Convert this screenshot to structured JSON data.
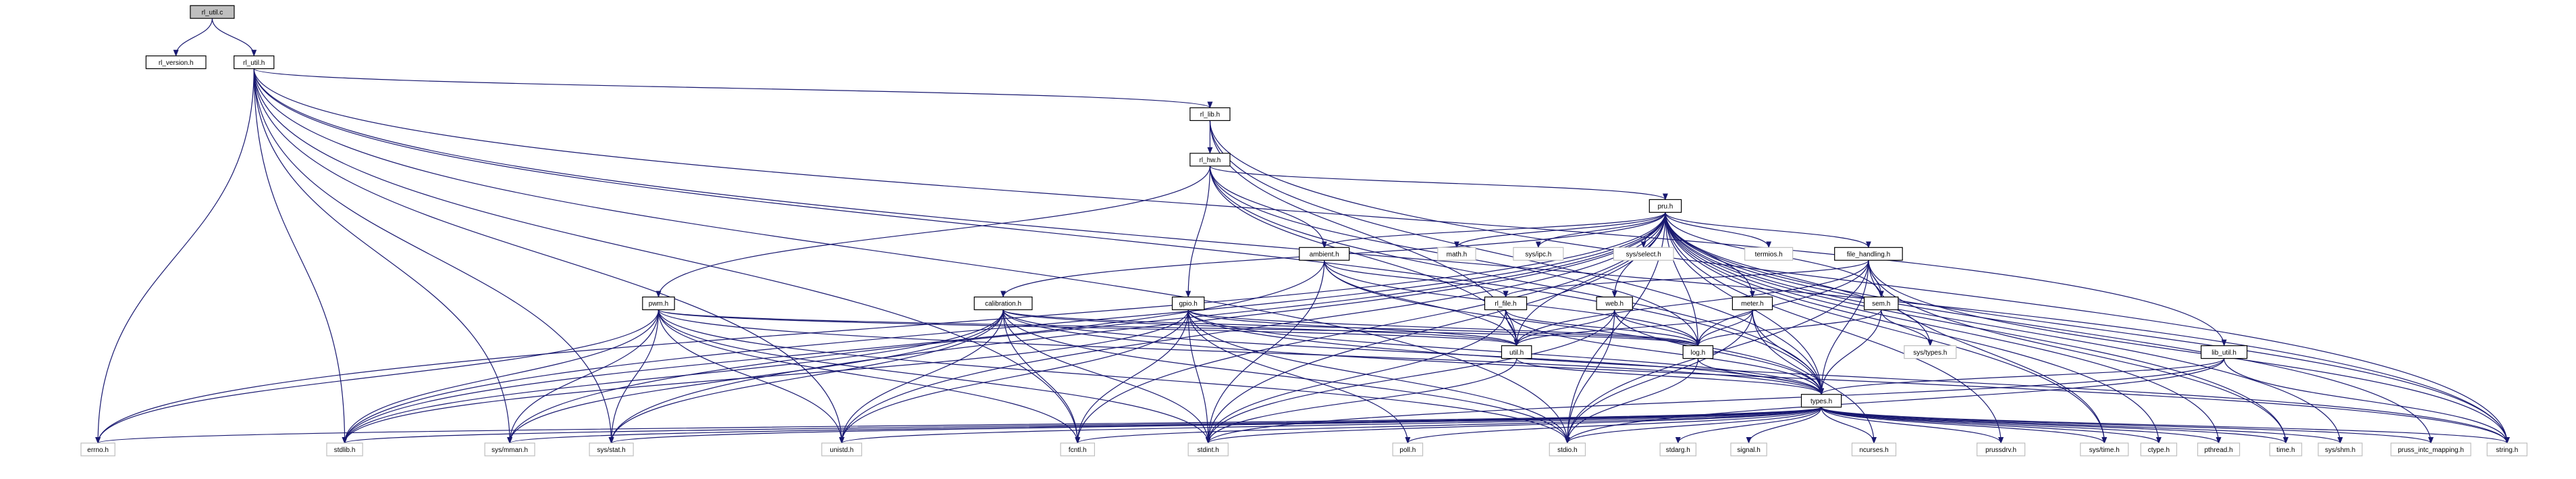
{
  "diagram": {
    "type": "include-dependency-graph",
    "root": "rl_util.c",
    "colors": {
      "edge": "#191970",
      "root_fill": "#bfbfbf",
      "local_border": "#000000",
      "system_border": "#bfbfbf"
    },
    "nodes": [
      {
        "id": "rl_util_c",
        "label": "rl_util.c",
        "kind": "main"
      },
      {
        "id": "rl_version_h",
        "label": "rl_version.h",
        "kind": "local"
      },
      {
        "id": "rl_util_h",
        "label": "rl_util.h",
        "kind": "local"
      },
      {
        "id": "rl_lib_h",
        "label": "rl_lib.h",
        "kind": "local"
      },
      {
        "id": "rl_hw_h",
        "label": "rl_hw.h",
        "kind": "local"
      },
      {
        "id": "pru_h",
        "label": "pru.h",
        "kind": "local"
      },
      {
        "id": "ambient_h",
        "label": "ambient.h",
        "kind": "local"
      },
      {
        "id": "math_h",
        "label": "math.h",
        "kind": "system"
      },
      {
        "id": "sys_ipc_h",
        "label": "sys/ipc.h",
        "kind": "system"
      },
      {
        "id": "sys_select_h",
        "label": "sys/select.h",
        "kind": "system"
      },
      {
        "id": "termios_h",
        "label": "termios.h",
        "kind": "system"
      },
      {
        "id": "file_handling_h",
        "label": "file_handling.h",
        "kind": "local"
      },
      {
        "id": "pwm_h",
        "label": "pwm.h",
        "kind": "local"
      },
      {
        "id": "calibration_h",
        "label": "calibration.h",
        "kind": "local"
      },
      {
        "id": "gpio_h",
        "label": "gpio.h",
        "kind": "local"
      },
      {
        "id": "rl_file_h",
        "label": "rl_file.h",
        "kind": "local"
      },
      {
        "id": "web_h",
        "label": "web.h",
        "kind": "local"
      },
      {
        "id": "meter_h",
        "label": "meter.h",
        "kind": "local"
      },
      {
        "id": "sem_h",
        "label": "sem.h",
        "kind": "local"
      },
      {
        "id": "util_h",
        "label": "util.h",
        "kind": "local"
      },
      {
        "id": "log_h",
        "label": "log.h",
        "kind": "local"
      },
      {
        "id": "sys_types_h",
        "label": "sys/types.h",
        "kind": "system"
      },
      {
        "id": "lib_util_h",
        "label": "lib_util.h",
        "kind": "local"
      },
      {
        "id": "types_h",
        "label": "types.h",
        "kind": "local"
      },
      {
        "id": "errno_h",
        "label": "errno.h",
        "kind": "system"
      },
      {
        "id": "stdlib_h",
        "label": "stdlib.h",
        "kind": "system"
      },
      {
        "id": "sys_mman_h",
        "label": "sys/mman.h",
        "kind": "system"
      },
      {
        "id": "sys_stat_h",
        "label": "sys/stat.h",
        "kind": "system"
      },
      {
        "id": "unistd_h",
        "label": "unistd.h",
        "kind": "system"
      },
      {
        "id": "fcntl_h",
        "label": "fcntl.h",
        "kind": "system"
      },
      {
        "id": "stdint_h",
        "label": "stdint.h",
        "kind": "system"
      },
      {
        "id": "poll_h",
        "label": "poll.h",
        "kind": "system"
      },
      {
        "id": "stdio_h",
        "label": "stdio.h",
        "kind": "system"
      },
      {
        "id": "stdarg_h",
        "label": "stdarg.h",
        "kind": "system"
      },
      {
        "id": "signal_h",
        "label": "signal.h",
        "kind": "system"
      },
      {
        "id": "ncurses_h",
        "label": "ncurses.h",
        "kind": "system"
      },
      {
        "id": "prussdrv_h",
        "label": "prussdrv.h",
        "kind": "system"
      },
      {
        "id": "sys_time_h",
        "label": "sys/time.h",
        "kind": "system"
      },
      {
        "id": "ctype_h",
        "label": "ctype.h",
        "kind": "system"
      },
      {
        "id": "pthread_h",
        "label": "pthread.h",
        "kind": "system"
      },
      {
        "id": "time_h",
        "label": "time.h",
        "kind": "system"
      },
      {
        "id": "sys_shm_h",
        "label": "sys/shm.h",
        "kind": "system"
      },
      {
        "id": "pruss_intc_mapping_h",
        "label": "pruss_intc_mapping.h",
        "kind": "system"
      },
      {
        "id": "string_h",
        "label": "string.h",
        "kind": "system"
      }
    ],
    "edges": [
      [
        "rl_util_c",
        "rl_version_h"
      ],
      [
        "rl_util_c",
        "rl_util_h"
      ],
      [
        "rl_util_h",
        "rl_lib_h"
      ],
      [
        "rl_util_h",
        "errno_h"
      ],
      [
        "rl_util_h",
        "stdlib_h"
      ],
      [
        "rl_util_h",
        "sys_mman_h"
      ],
      [
        "rl_util_h",
        "sys_stat_h"
      ],
      [
        "rl_util_h",
        "unistd_h"
      ],
      [
        "rl_util_h",
        "fcntl_h"
      ],
      [
        "rl_util_h",
        "types_h"
      ],
      [
        "rl_util_h",
        "lib_util_h"
      ],
      [
        "rl_util_h",
        "string_h"
      ],
      [
        "rl_util_h",
        "stdio_h"
      ],
      [
        "rl_lib_h",
        "rl_hw_h"
      ],
      [
        "rl_lib_h",
        "types_h"
      ],
      [
        "rl_lib_h",
        "util_h"
      ],
      [
        "rl_lib_h",
        "string_h"
      ],
      [
        "rl_hw_h",
        "pru_h"
      ],
      [
        "rl_hw_h",
        "pwm_h"
      ],
      [
        "rl_hw_h",
        "gpio_h"
      ],
      [
        "rl_hw_h",
        "ambient_h"
      ],
      [
        "rl_hw_h",
        "util_h"
      ],
      [
        "rl_hw_h",
        "types_h"
      ],
      [
        "rl_hw_h",
        "log_h"
      ],
      [
        "pru_h",
        "ambient_h"
      ],
      [
        "pru_h",
        "math_h"
      ],
      [
        "pru_h",
        "sys_ipc_h"
      ],
      [
        "pru_h",
        "sys_select_h"
      ],
      [
        "pru_h",
        "termios_h"
      ],
      [
        "pru_h",
        "file_handling_h"
      ],
      [
        "pru_h",
        "calibration_h"
      ],
      [
        "pru_h",
        "web_h"
      ],
      [
        "pru_h",
        "meter_h"
      ],
      [
        "pru_h",
        "sem_h"
      ],
      [
        "pru_h",
        "util_h"
      ],
      [
        "pru_h",
        "log_h"
      ],
      [
        "pru_h",
        "types_h"
      ],
      [
        "pru_h",
        "sys_types_h"
      ],
      [
        "pru_h",
        "errno_h"
      ],
      [
        "pru_h",
        "stdlib_h"
      ],
      [
        "pru_h",
        "sys_mman_h"
      ],
      [
        "pru_h",
        "sys_stat_h"
      ],
      [
        "pru_h",
        "unistd_h"
      ],
      [
        "pru_h",
        "fcntl_h"
      ],
      [
        "pru_h",
        "stdint_h"
      ],
      [
        "pru_h",
        "stdio_h"
      ],
      [
        "pru_h",
        "prussdrv_h"
      ],
      [
        "pru_h",
        "sys_time_h"
      ],
      [
        "pru_h",
        "ctype_h"
      ],
      [
        "pru_h",
        "pthread_h"
      ],
      [
        "pru_h",
        "time_h"
      ],
      [
        "pru_h",
        "sys_shm_h"
      ],
      [
        "pru_h",
        "pruss_intc_mapping_h"
      ],
      [
        "pru_h",
        "string_h"
      ],
      [
        "ambient_h",
        "rl_file_h"
      ],
      [
        "ambient_h",
        "util_h"
      ],
      [
        "ambient_h",
        "log_h"
      ],
      [
        "ambient_h",
        "types_h"
      ],
      [
        "ambient_h",
        "stdlib_h"
      ],
      [
        "ambient_h",
        "stdint_h"
      ],
      [
        "file_handling_h",
        "rl_file_h"
      ],
      [
        "file_handling_h",
        "util_h"
      ],
      [
        "file_handling_h",
        "log_h"
      ],
      [
        "file_handling_h",
        "sem_h"
      ],
      [
        "file_handling_h",
        "types_h"
      ],
      [
        "file_handling_h",
        "stdio_h"
      ],
      [
        "file_handling_h",
        "sys_time_h"
      ],
      [
        "file_handling_h",
        "string_h"
      ],
      [
        "file_handling_h",
        "time_h"
      ],
      [
        "pwm_h",
        "errno_h"
      ],
      [
        "pwm_h",
        "stdlib_h"
      ],
      [
        "pwm_h",
        "sys_mman_h"
      ],
      [
        "pwm_h",
        "sys_stat_h"
      ],
      [
        "pwm_h",
        "unistd_h"
      ],
      [
        "pwm_h",
        "fcntl_h"
      ],
      [
        "pwm_h",
        "stdint_h"
      ],
      [
        "pwm_h",
        "stdio_h"
      ],
      [
        "pwm_h",
        "types_h"
      ],
      [
        "pwm_h",
        "log_h"
      ],
      [
        "pwm_h",
        "util_h"
      ],
      [
        "calibration_h",
        "stdlib_h"
      ],
      [
        "calibration_h",
        "sys_mman_h"
      ],
      [
        "calibration_h",
        "sys_stat_h"
      ],
      [
        "calibration_h",
        "unistd_h"
      ],
      [
        "calibration_h",
        "fcntl_h"
      ],
      [
        "calibration_h",
        "stdint_h"
      ],
      [
        "calibration_h",
        "stdio_h"
      ],
      [
        "calibration_h",
        "types_h"
      ],
      [
        "calibration_h",
        "log_h"
      ],
      [
        "calibration_h",
        "util_h"
      ],
      [
        "calibration_h",
        "string_h"
      ],
      [
        "gpio_h",
        "stdlib_h"
      ],
      [
        "gpio_h",
        "unistd_h"
      ],
      [
        "gpio_h",
        "fcntl_h"
      ],
      [
        "gpio_h",
        "stdint_h"
      ],
      [
        "gpio_h",
        "poll_h"
      ],
      [
        "gpio_h",
        "stdio_h"
      ],
      [
        "gpio_h",
        "types_h"
      ],
      [
        "gpio_h",
        "log_h"
      ],
      [
        "gpio_h",
        "util_h"
      ],
      [
        "gpio_h",
        "string_h"
      ],
      [
        "rl_file_h",
        "util_h"
      ],
      [
        "rl_file_h",
        "log_h"
      ],
      [
        "rl_file_h",
        "types_h"
      ],
      [
        "rl_file_h",
        "stdint_h"
      ],
      [
        "web_h",
        "util_h"
      ],
      [
        "web_h",
        "log_h"
      ],
      [
        "web_h",
        "types_h"
      ],
      [
        "web_h",
        "stdint_h"
      ],
      [
        "web_h",
        "stdio_h"
      ],
      [
        "meter_h",
        "util_h"
      ],
      [
        "meter_h",
        "log_h"
      ],
      [
        "meter_h",
        "types_h"
      ],
      [
        "meter_h",
        "stdio_h"
      ],
      [
        "meter_h",
        "ncurses_h"
      ],
      [
        "sem_h",
        "log_h"
      ],
      [
        "sem_h",
        "types_h"
      ],
      [
        "sem_h",
        "sys_types_h"
      ],
      [
        "util_h",
        "types_h"
      ],
      [
        "util_h",
        "stdint_h"
      ],
      [
        "log_h",
        "types_h"
      ],
      [
        "log_h",
        "stdio_h"
      ],
      [
        "lib_util_h",
        "types_h"
      ],
      [
        "lib_util_h",
        "stdio_h"
      ],
      [
        "lib_util_h",
        "string_h"
      ],
      [
        "lib_util_h",
        "stdint_h"
      ],
      [
        "types_h",
        "errno_h"
      ],
      [
        "types_h",
        "stdlib_h"
      ],
      [
        "types_h",
        "sys_mman_h"
      ],
      [
        "types_h",
        "sys_stat_h"
      ],
      [
        "types_h",
        "unistd_h"
      ],
      [
        "types_h",
        "fcntl_h"
      ],
      [
        "types_h",
        "stdint_h"
      ],
      [
        "types_h",
        "poll_h"
      ],
      [
        "types_h",
        "stdio_h"
      ],
      [
        "types_h",
        "stdarg_h"
      ],
      [
        "types_h",
        "signal_h"
      ],
      [
        "types_h",
        "ncurses_h"
      ],
      [
        "types_h",
        "prussdrv_h"
      ],
      [
        "types_h",
        "sys_time_h"
      ],
      [
        "types_h",
        "ctype_h"
      ],
      [
        "types_h",
        "pthread_h"
      ],
      [
        "types_h",
        "time_h"
      ],
      [
        "types_h",
        "sys_shm_h"
      ],
      [
        "types_h",
        "pruss_intc_mapping_h"
      ],
      [
        "types_h",
        "string_h"
      ]
    ]
  }
}
